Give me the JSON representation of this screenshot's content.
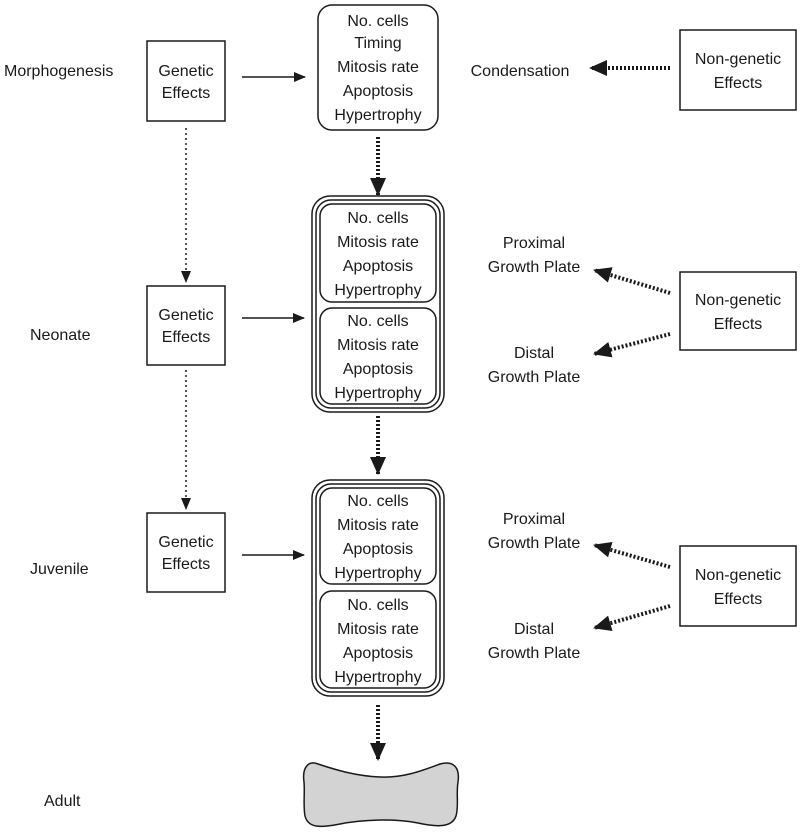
{
  "stages": {
    "morphogenesis": "Morphogenesis",
    "neonate": "Neonate",
    "juvenile": "Juvenile",
    "adult": "Adult"
  },
  "genetic_effects": [
    "Genetic",
    "Effects"
  ],
  "non_genetic_effects": [
    "Non-genetic",
    "Effects"
  ],
  "morphogenesis_factors": [
    "No. cells",
    "Timing",
    "Mitosis rate",
    "Apoptosis",
    "Hypertrophy"
  ],
  "growth_plate_factors": [
    "No. cells",
    "Mitosis rate",
    "Apoptosis",
    "Hypertrophy"
  ],
  "condensation_label": "Condensation",
  "proximal_growth_plate": [
    "Proximal",
    "Growth Plate"
  ],
  "distal_growth_plate": [
    "Distal",
    "Growth Plate"
  ],
  "colors": {
    "bone_fill": "#d3d3d3",
    "stroke": "#1a1a1a"
  }
}
